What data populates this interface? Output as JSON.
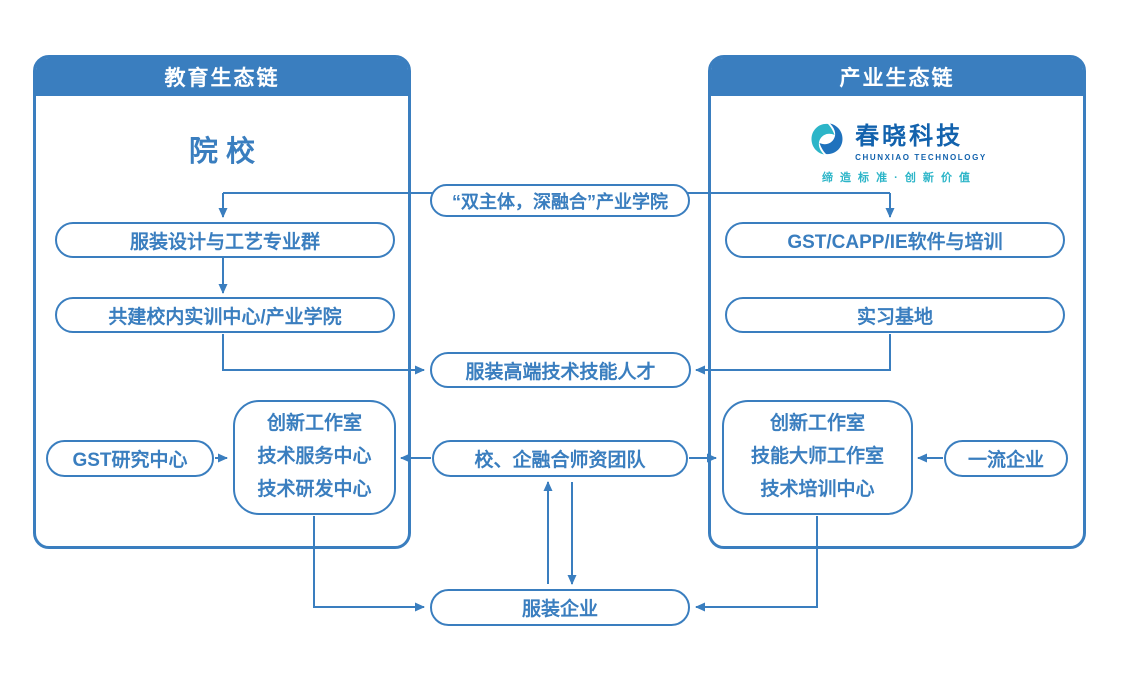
{
  "left_panel": {
    "title": "教育生态链",
    "heading": "院校",
    "nodes": {
      "major_group": "服装设计与工艺专业群",
      "training_center": "共建校内实训中心/产业学院",
      "centers": [
        "创新工作室",
        "技术服务中心",
        "技术研发中心"
      ],
      "gst_research": "GST研究中心"
    }
  },
  "right_panel": {
    "title": "产业生态链",
    "logo": {
      "name": "春晓科技",
      "name_en": "CHUNXIAO TECHNOLOGY",
      "tagline": "缔 造 标 准 · 创 新 价 值"
    },
    "nodes": {
      "software_training": "GST/CAPP/IE软件与培训",
      "internship_base": "实习基地",
      "centers": [
        "创新工作室",
        "技能大师工作室",
        "技术培训中心"
      ],
      "top_enterprise": "一流企业"
    }
  },
  "center": {
    "industry_college": "“双主体，深融合”产业学院",
    "talent": "服装高端技术技能人才",
    "faculty_team": "校、企融合师资团队",
    "garment_enterprise": "服装企业"
  },
  "colors": {
    "primary": "#3a7ebf",
    "logo_blue": "#1262ad",
    "logo_teal": "#2cb5c8"
  }
}
